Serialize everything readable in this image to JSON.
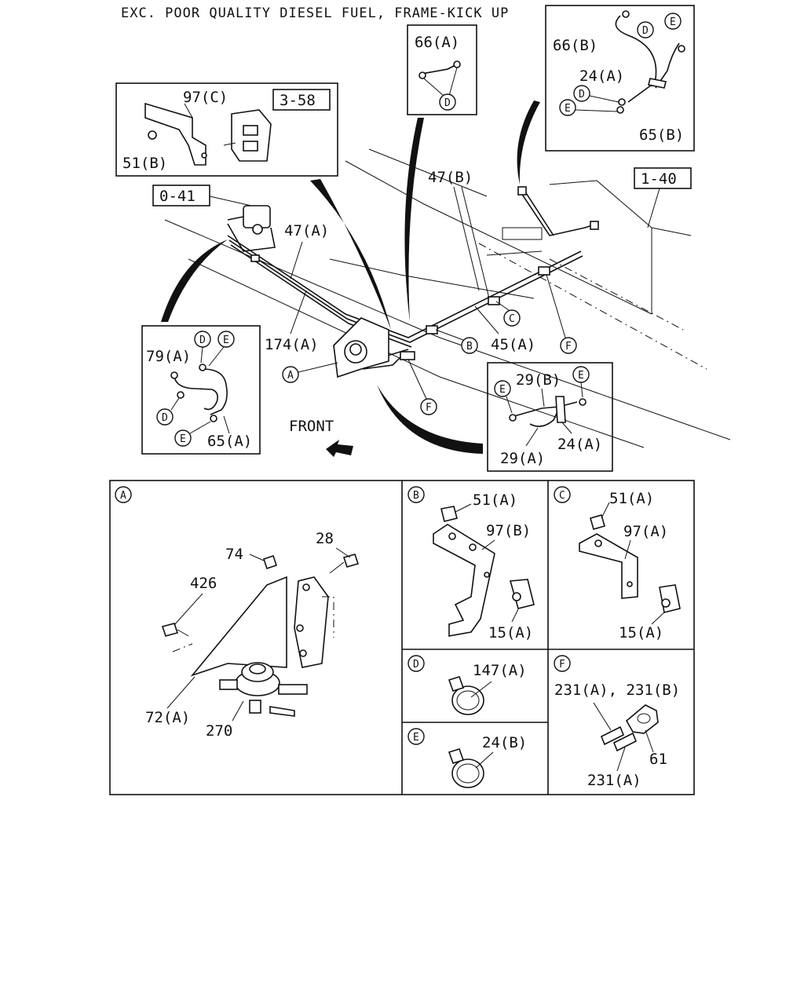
{
  "header": "EXC. POOR QUALITY DIESEL FUEL, FRAME-KICK UP",
  "front_label": "FRONT",
  "refs": {
    "r358": "3-58",
    "r041": "0-41",
    "r140": "1-40"
  },
  "circle_letters": {
    "A": "A",
    "B": "B",
    "C": "C",
    "D": "D",
    "E": "E",
    "F": "F"
  },
  "labels": {
    "p97C": "97(C)",
    "p51B": "51(B)",
    "p66A": "66(A)",
    "p66B": "66(B)",
    "p24A": "24(A)",
    "p65B": "65(B)",
    "p47B": "47(B)",
    "p47A": "47(A)",
    "p174A": "174(A)",
    "p45A": "45(A)",
    "p79A": "79(A)",
    "p65A": "65(A)",
    "p29B": "29(B)",
    "p29A": "29(A)",
    "p24A2": "24(A)",
    "dA_74": "74",
    "dA_28": "28",
    "dA_426": "426",
    "dA_72A": "72(A)",
    "dA_270": "270",
    "dB_51A": "51(A)",
    "dB_97B": "97(B)",
    "dB_15A": "15(A)",
    "dC_51A": "51(A)",
    "dC_97A": "97(A)",
    "dC_15A": "15(A)",
    "dD_147A": "147(A)",
    "dE_24B": "24(B)",
    "dF_231AB": "231(A), 231(B)",
    "dF_61": "61",
    "dF_231A": "231(A)"
  },
  "icons": [
    "arrow-front-icon",
    "circled-letter-callouts",
    "hose-clamp-icon",
    "fuel-filter-icon"
  ]
}
